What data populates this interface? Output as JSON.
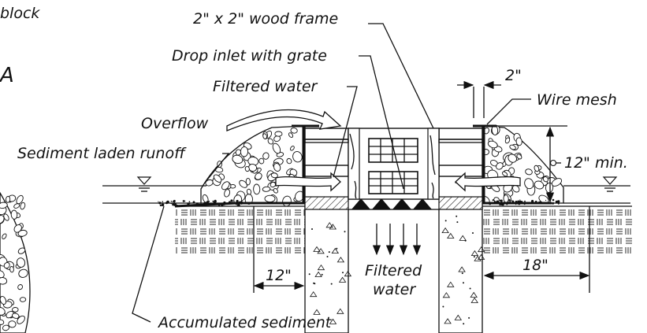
{
  "labels": {
    "block": "block",
    "a_mark": "A",
    "wood_frame": "2\" x 2\" wood frame",
    "drop_inlet": "Drop inlet with grate",
    "filtered_water_top": "Filtered water",
    "dim_2in": "2\"",
    "wire_mesh": "Wire mesh",
    "overflow": "Overflow",
    "sediment_runoff": "Sediment laden runoff",
    "min_12in": "12\" min.",
    "dim_12in": "12\"",
    "filtered": "Filtered",
    "water": "water",
    "dim_18in": "18\"",
    "accumulated_sediment": "Accumulated sediment"
  }
}
